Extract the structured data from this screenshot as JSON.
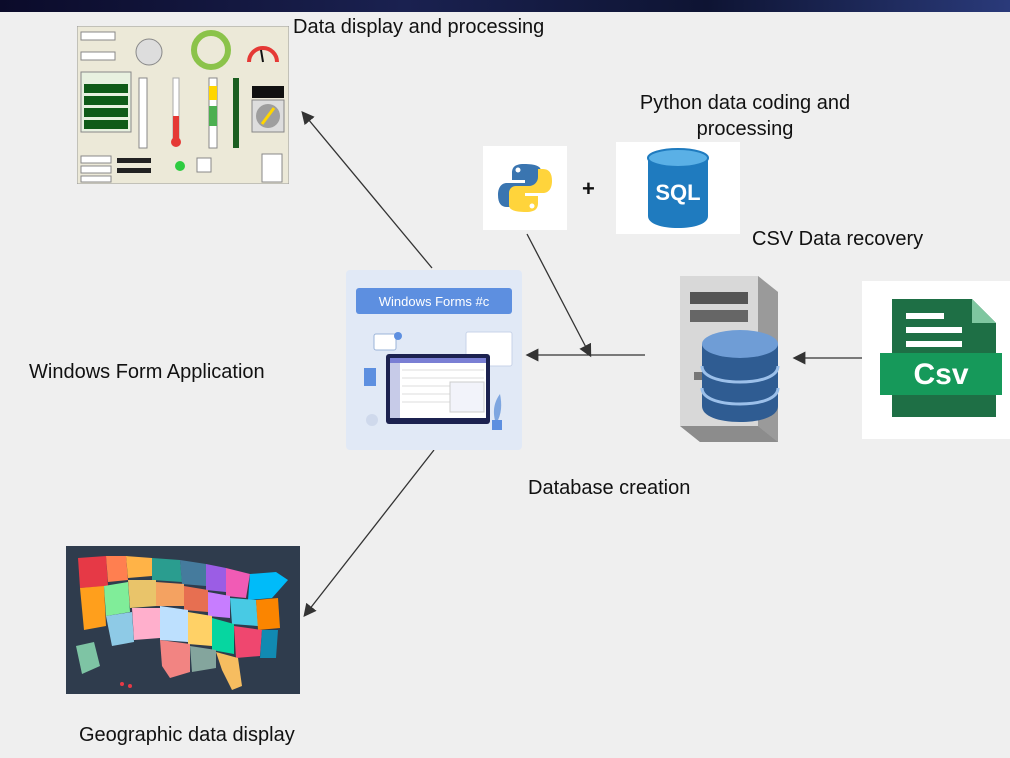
{
  "labels": {
    "data_display": "Data display and processing",
    "python_line1": "Python data coding and",
    "python_line2": "processing",
    "plus": "+",
    "csv_recovery": "CSV Data recovery",
    "winform": "Windows Form Application",
    "db_creation": "Database creation",
    "geo": "Geographic data display"
  },
  "icons": {
    "winforms_banner": "Windows Forms #c",
    "sql_text": "SQL",
    "csv_text": "Csv"
  },
  "colors": {
    "python_blue": "#3a75b0",
    "python_yellow": "#ffd43b",
    "sql_blue": "#1f7bbf",
    "csv_green": "#1e6f45",
    "map_bg": "#2f3c4d"
  }
}
